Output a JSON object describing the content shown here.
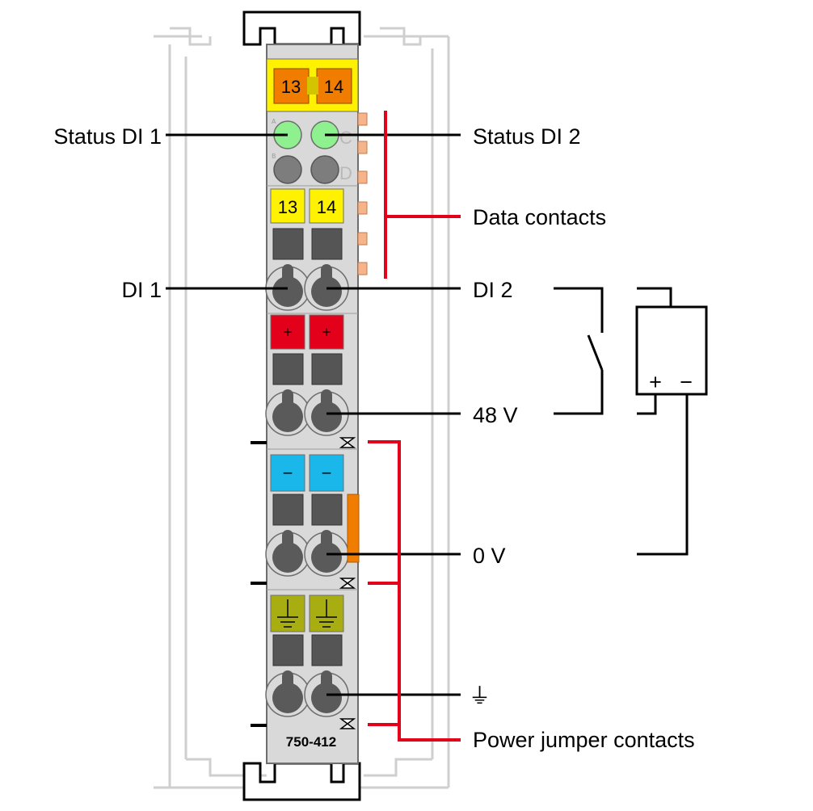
{
  "labels": {
    "status_di1": "Status DI 1",
    "status_di2": "Status DI 2",
    "data_contacts": "Data contacts",
    "di1": "DI 1",
    "di2": "DI 2",
    "v48": "48 V",
    "v0": "0 V",
    "ground_symbol": "⏚",
    "power_jumper_contacts": "Power jumper contacts"
  },
  "module": {
    "part_number": "750-412",
    "top_markers": [
      "13",
      "14"
    ],
    "terminal_markers": [
      "13",
      "14"
    ],
    "plus_markers": [
      "+",
      "+"
    ],
    "minus_markers": [
      "−",
      "−"
    ],
    "led_letters": [
      "A",
      "B",
      "C",
      "D"
    ]
  },
  "source": {
    "plus": "+",
    "minus": "−"
  },
  "colors": {
    "housing": "#d9d9d9",
    "housing_stroke": "#6e6e6e",
    "top_band": "#fff200",
    "top_marker": "#f07d00",
    "marker_yellow": "#fff200",
    "marker_red": "#e3001b",
    "marker_blue": "#1ab7ea",
    "marker_ground": "#a8ae12",
    "led_on": "#8ef08e",
    "led_off": "#7d7d7d",
    "data_contact": "#f5b48a",
    "jumper_orange": "#f07d00",
    "red_line": "#e3001b"
  }
}
